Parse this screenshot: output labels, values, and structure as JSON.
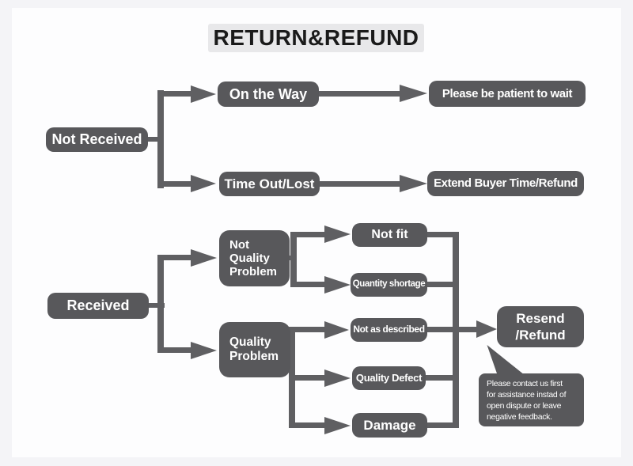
{
  "title": "RETURN&REFUND",
  "colors": {
    "node_fill": "#58585b",
    "connector": "#5f5f62",
    "node_text": "#ffffff",
    "title_bg": "#e8e8ea",
    "title_text": "#1a1a1a",
    "canvas_bg": "#fdfdfe",
    "frame": "#f4f4f7"
  },
  "nodes": {
    "not_received": "Not Received",
    "on_the_way": "On the Way",
    "please_be_patient": "Please be patient to wait",
    "time_out_lost": "Time Out/Lost",
    "extend_buyer_time": "Extend Buyer Time/Refund",
    "received": "Received",
    "not_quality_problem": "Not\nQuality\nProblem",
    "quality_problem": "Quality\nProblem",
    "not_fit": "Not fit",
    "quantity_shortage": "Quantity shortage",
    "not_as_described": "Not as described",
    "quality_defect": "Quality Defect",
    "damage": "Damage",
    "resend_refund": "Resend\n/Refund"
  },
  "callout": {
    "text": "Please contact us first\nfor assistance instad of\nopen dispute or leave\nnegative feedback."
  }
}
